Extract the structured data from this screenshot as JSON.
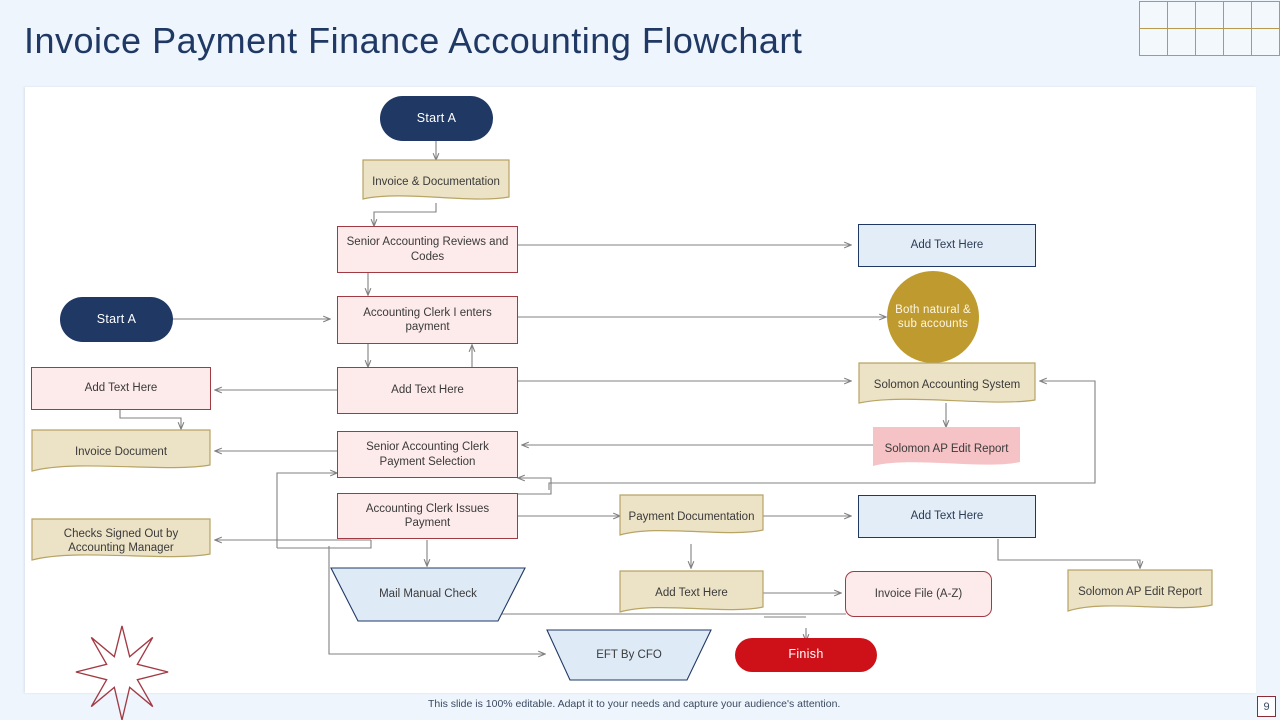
{
  "header": {
    "title": "Invoice Payment Finance Accounting Flowchart",
    "grid_decoration": {
      "name": "grid-decoration",
      "rows": 2,
      "cols": 5,
      "color": "#b89a4e"
    }
  },
  "footer": {
    "note": "This slide is 100% editable.  Adapt it to your needs and capture your audience's attention.",
    "page_number": "9"
  },
  "colors": {
    "background": "#eef5fc",
    "canvas": "#ffffff",
    "title": "#1f3864",
    "navy": "#1f3864",
    "red": "#ce1118",
    "gold": "#bf9b2f",
    "pink_fill": "#fdeaea",
    "pink_border": "#a23a44",
    "blue_fill": "#e3edf8",
    "beige_fill": "#ece2c6",
    "beige_border": "#b8a464",
    "pink_doc_fill": "#f5c3c6",
    "connector": "#808080"
  },
  "nodes": {
    "start_top": "Start A",
    "invoice_documentation": "Invoice & Documentation",
    "senior_accounting_reviews": "Senior Accounting Reviews and Codes",
    "add_text_top_right": "Add Text Here",
    "start_left": "Start A",
    "accounting_clerk_enters": "Accounting Clerk I enters payment",
    "both_natural_sub_accounts": "Both natural & sub accounts",
    "add_text_left_mid": "Add Text Here",
    "add_text_center_mid": "Add Text Here",
    "solomon_accounting_system": "Solomon Accounting System",
    "invoice_document": "Invoice Document",
    "senior_clerk_payment_selection": "Senior Accounting Clerk Payment Selection",
    "solomon_ap_edit_report_mid": "Solomon AP Edit Report",
    "accounting_clerk_issues": "Accounting Clerk Issues Payment",
    "payment_documentation": "Payment Documentation",
    "add_text_right_mid": "Add Text Here",
    "checks_signed_out": "Checks Signed Out by Accounting Manager",
    "mail_manual_check": "Mail Manual Check",
    "add_text_bottom_center": "Add Text Here",
    "invoice_file": "Invoice File (A-Z)",
    "solomon_ap_edit_report_bottom": "Solomon AP Edit Report",
    "eft_by_cfo": "EFT By CFO",
    "finish": "Finish"
  },
  "decorations": {
    "star": "eight-point-star"
  }
}
